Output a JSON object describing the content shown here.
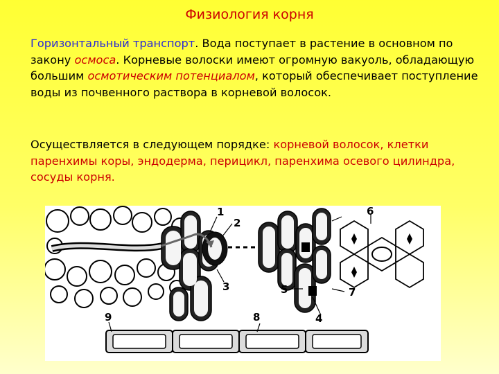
{
  "title": "Физиология корня",
  "para1": {
    "t1": "Горизонтальный транспорт",
    "t2": ". Вода поступает в растение в основном по закону ",
    "t3": "осмоса",
    "t4": ". Корневые волоски имеют огромную вакуоль, обладающую большим ",
    "t5": "осмотическим потенциалом",
    "t6": ", который обеспечивает поступление воды из почвенного раствора в корневой волосок."
  },
  "para2": {
    "t1": "Осуществляется в следующем порядке: ",
    "t2": "корневой волосок, клетки паренхимы коры, эндодерма, перицикл, паренхима осевого цилиндра, сосуды корня."
  },
  "figure": {
    "labels": {
      "n1": "1",
      "n2": "2",
      "n3": "3",
      "n4": "4",
      "n5": "5",
      "n6": "6",
      "n7": "7",
      "n8": "8",
      "n9": "9"
    }
  }
}
